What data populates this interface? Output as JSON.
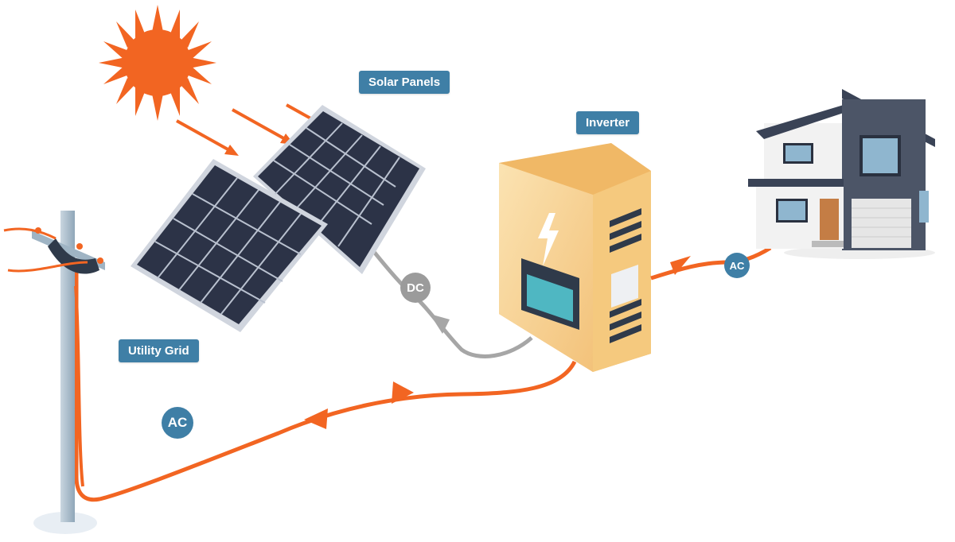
{
  "labels": {
    "solar_panels": "Solar Panels",
    "inverter": "Inverter",
    "utility_grid": "Utility Grid"
  },
  "badges": {
    "dc": "DC",
    "ac_house": "AC",
    "ac_grid": "AC"
  },
  "colors": {
    "sun": "#f26522",
    "ac_line": "#f26522",
    "dc_line": "#a6a6a6",
    "label_bg": "#3f7fa6",
    "badge_ac": "#3f7fa6",
    "badge_dc": "#9b9b9b",
    "panel": "#2c3347",
    "inverter": "#f7d08a"
  },
  "icons": {
    "sun": "sun-icon",
    "lightning": "lightning-icon",
    "house": "house-icon",
    "pole": "utility-pole-icon"
  }
}
